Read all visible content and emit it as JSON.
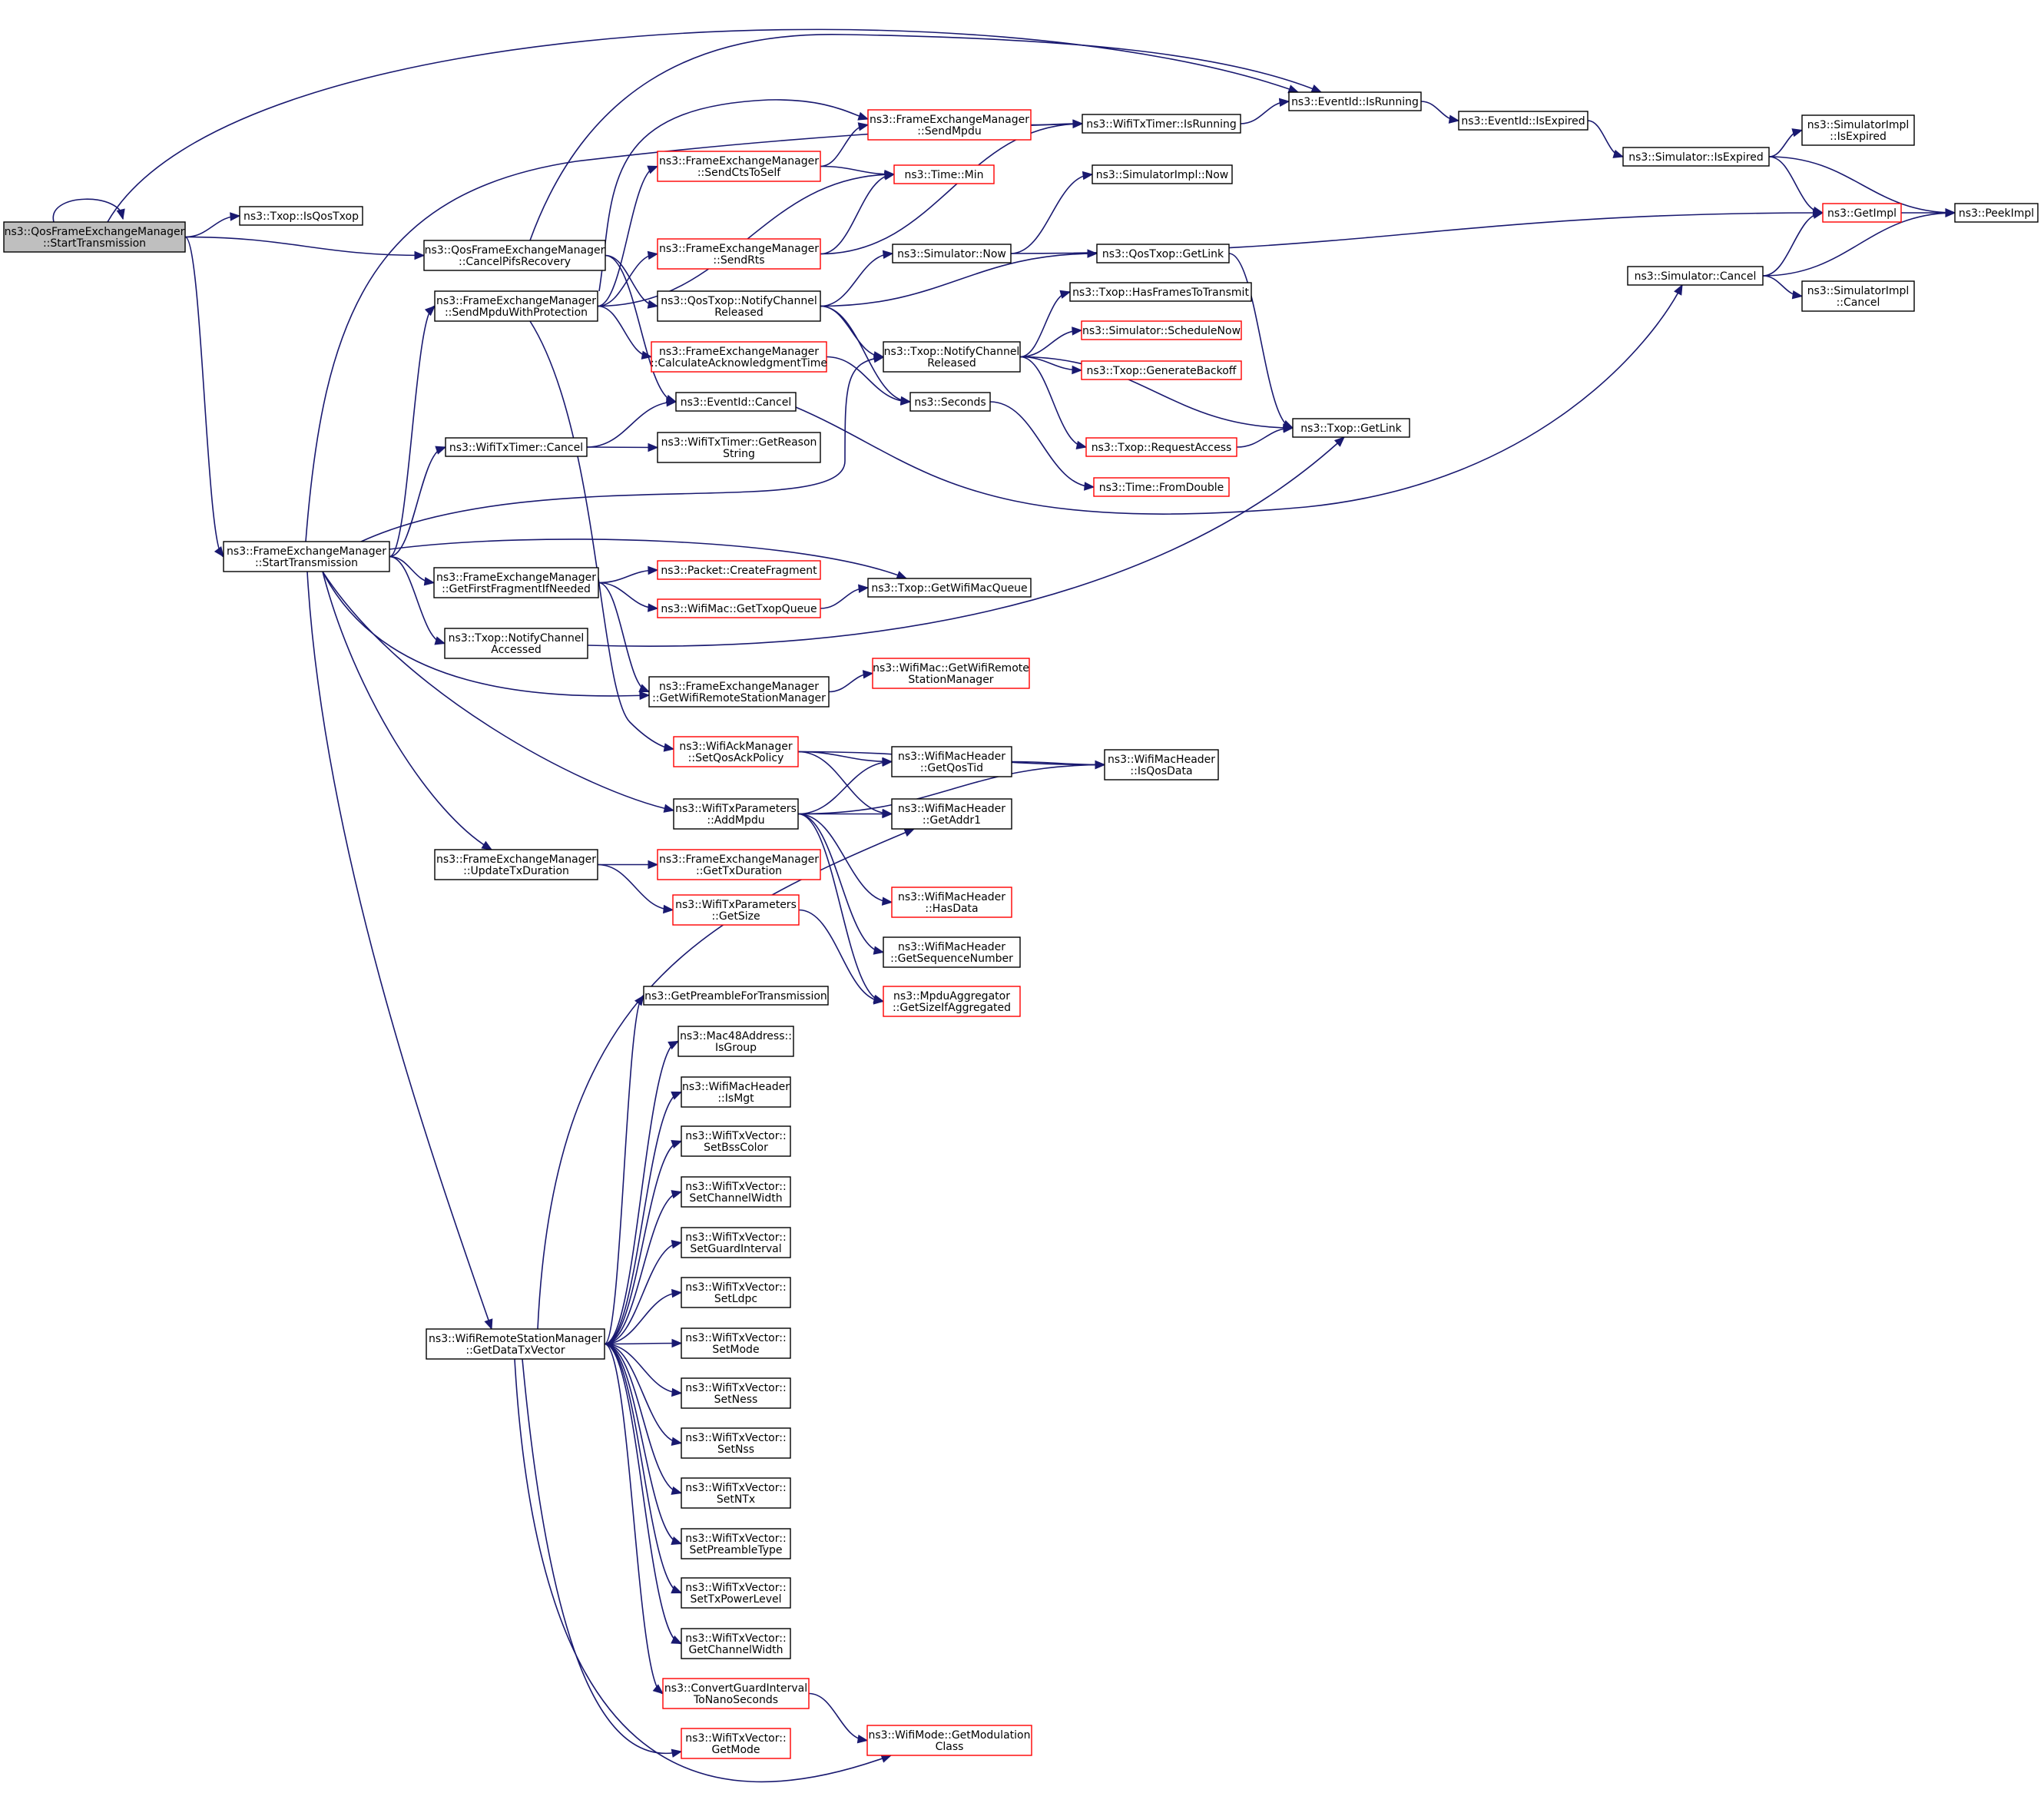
{
  "colors": {
    "edge": "#191970",
    "box_normal": "#000000",
    "box_truncated": "#ff0000",
    "root_fill": "#bfbfbf"
  },
  "graph": {
    "nodes": [
      {
        "id": "root",
        "label": [
          "ns3::QosFrameExchangeManager",
          "::StartTransmission"
        ],
        "style": "root"
      },
      {
        "id": "isqostxop",
        "label": [
          "ns3::Txop::IsQosTxop"
        ],
        "style": "normal"
      },
      {
        "id": "cancelpifs",
        "label": [
          "ns3::QosFrameExchangeManager",
          "::CancelPifsRecovery"
        ],
        "style": "normal"
      },
      {
        "id": "fem_start",
        "label": [
          "ns3::FrameExchangeManager",
          "::StartTransmission"
        ],
        "style": "normal"
      },
      {
        "id": "eventid_isrunning",
        "label": [
          "ns3::EventId::IsRunning"
        ],
        "style": "normal"
      },
      {
        "id": "eventid_isexpired",
        "label": [
          "ns3::EventId::IsExpired"
        ],
        "style": "normal"
      },
      {
        "id": "sim_isexpired",
        "label": [
          "ns3::Simulator::IsExpired"
        ],
        "style": "normal"
      },
      {
        "id": "simimpl_isexpired",
        "label": [
          "ns3::SimulatorImpl",
          "::IsExpired"
        ],
        "style": "normal"
      },
      {
        "id": "getimpl",
        "label": [
          "ns3::GetImpl"
        ],
        "style": "truncated"
      },
      {
        "id": "peekimpl",
        "label": [
          "ns3::PeekImpl"
        ],
        "style": "normal"
      },
      {
        "id": "wifitxtimer_isrunning",
        "label": [
          "ns3::WifiTxTimer::IsRunning"
        ],
        "style": "normal"
      },
      {
        "id": "sendmpdu",
        "label": [
          "ns3::FrameExchangeManager",
          "::SendMpdu"
        ],
        "style": "truncated"
      },
      {
        "id": "sendctstoself",
        "label": [
          "ns3::FrameExchangeManager",
          "::SendCtsToSelf"
        ],
        "style": "truncated"
      },
      {
        "id": "time_min",
        "label": [
          "ns3::Time::Min"
        ],
        "style": "truncated"
      },
      {
        "id": "simimpl_now",
        "label": [
          "ns3::SimulatorImpl::Now"
        ],
        "style": "normal"
      },
      {
        "id": "sendrts",
        "label": [
          "ns3::FrameExchangeManager",
          "::SendRts"
        ],
        "style": "truncated"
      },
      {
        "id": "sim_now",
        "label": [
          "ns3::Simulator::Now"
        ],
        "style": "normal"
      },
      {
        "id": "qostxop_getlink",
        "label": [
          "ns3::QosTxop::GetLink"
        ],
        "style": "normal"
      },
      {
        "id": "sim_cancel",
        "label": [
          "ns3::Simulator::Cancel"
        ],
        "style": "normal"
      },
      {
        "id": "simimpl_cancel",
        "label": [
          "ns3::SimulatorImpl",
          "::Cancel"
        ],
        "style": "normal"
      },
      {
        "id": "sendmpduwithprot",
        "label": [
          "ns3::FrameExchangeManager",
          "::SendMpduWithProtection"
        ],
        "style": "normal"
      },
      {
        "id": "qostxop_notify",
        "label": [
          "ns3::QosTxop::NotifyChannel",
          "Released"
        ],
        "style": "normal"
      },
      {
        "id": "hasframes",
        "label": [
          "ns3::Txop::HasFramesToTransmit"
        ],
        "style": "normal"
      },
      {
        "id": "schedulenow",
        "label": [
          "ns3::Simulator::ScheduleNow"
        ],
        "style": "truncated"
      },
      {
        "id": "txop_notify",
        "label": [
          "ns3::Txop::NotifyChannel",
          "Released"
        ],
        "style": "normal"
      },
      {
        "id": "calcack",
        "label": [
          "ns3::FrameExchangeManager",
          "::CalculateAcknowledgmentTime"
        ],
        "style": "truncated"
      },
      {
        "id": "genbackoff",
        "label": [
          "ns3::Txop::GenerateBackoff"
        ],
        "style": "truncated"
      },
      {
        "id": "eventid_cancel",
        "label": [
          "ns3::EventId::Cancel"
        ],
        "style": "normal"
      },
      {
        "id": "seconds",
        "label": [
          "ns3::Seconds"
        ],
        "style": "normal"
      },
      {
        "id": "txop_getlink",
        "label": [
          "ns3::Txop::GetLink"
        ],
        "style": "normal"
      },
      {
        "id": "wifitxtimer_cancel",
        "label": [
          "ns3::WifiTxTimer::Cancel"
        ],
        "style": "normal"
      },
      {
        "id": "getreasonstring",
        "label": [
          "ns3::WifiTxTimer::GetReason",
          "String"
        ],
        "style": "normal"
      },
      {
        "id": "requestaccess",
        "label": [
          "ns3::Txop::RequestAccess"
        ],
        "style": "truncated"
      },
      {
        "id": "fromdouble",
        "label": [
          "ns3::Time::FromDouble"
        ],
        "style": "truncated"
      },
      {
        "id": "getfirstfrag",
        "label": [
          "ns3::FrameExchangeManager",
          "::GetFirstFragmentIfNeeded"
        ],
        "style": "normal"
      },
      {
        "id": "createfragment",
        "label": [
          "ns3::Packet::CreateFragment"
        ],
        "style": "truncated"
      },
      {
        "id": "gettxopqueue",
        "label": [
          "ns3::WifiMac::GetTxopQueue"
        ],
        "style": "truncated"
      },
      {
        "id": "getwifimacqueue",
        "label": [
          "ns3::Txop::GetWifiMacQueue"
        ],
        "style": "normal"
      },
      {
        "id": "txop_notifyaccessed",
        "label": [
          "ns3::Txop::NotifyChannel",
          "Accessed"
        ],
        "style": "normal"
      },
      {
        "id": "fem_getwrsm",
        "label": [
          "ns3::FrameExchangeManager",
          "::GetWifiRemoteStationManager"
        ],
        "style": "normal"
      },
      {
        "id": "mac_getwrsm",
        "label": [
          "ns3::WifiMac::GetWifiRemote",
          "StationManager"
        ],
        "style": "truncated"
      },
      {
        "id": "setqosackpolicy",
        "label": [
          "ns3::WifiAckManager",
          "::SetQosAckPolicy"
        ],
        "style": "truncated"
      },
      {
        "id": "getqostid",
        "label": [
          "ns3::WifiMacHeader",
          "::GetQosTid"
        ],
        "style": "normal"
      },
      {
        "id": "isqosdata",
        "label": [
          "ns3::WifiMacHeader",
          "::IsQosData"
        ],
        "style": "normal"
      },
      {
        "id": "addmpdu",
        "label": [
          "ns3::WifiTxParameters",
          "::AddMpdu"
        ],
        "style": "normal"
      },
      {
        "id": "getaddr1",
        "label": [
          "ns3::WifiMacHeader",
          "::GetAddr1"
        ],
        "style": "normal"
      },
      {
        "id": "updatetxdur",
        "label": [
          "ns3::FrameExchangeManager",
          "::UpdateTxDuration"
        ],
        "style": "normal"
      },
      {
        "id": "gettxduration",
        "label": [
          "ns3::FrameExchangeManager",
          "::GetTxDuration"
        ],
        "style": "truncated"
      },
      {
        "id": "hasdata",
        "label": [
          "ns3::WifiMacHeader",
          "::HasData"
        ],
        "style": "truncated"
      },
      {
        "id": "txparams_getsize",
        "label": [
          "ns3::WifiTxParameters",
          "::GetSize"
        ],
        "style": "truncated"
      },
      {
        "id": "getseqnum",
        "label": [
          "ns3::WifiMacHeader",
          "::GetSequenceNumber"
        ],
        "style": "normal"
      },
      {
        "id": "getpreamble",
        "label": [
          "ns3::GetPreambleForTransmission"
        ],
        "style": "normal"
      },
      {
        "id": "getsizeifagg",
        "label": [
          "ns3::MpduAggregator",
          "::GetSizeIfAggregated"
        ],
        "style": "truncated"
      },
      {
        "id": "isgroup",
        "label": [
          "ns3::Mac48Address::",
          "IsGroup"
        ],
        "style": "normal"
      },
      {
        "id": "ismgt",
        "label": [
          "ns3::WifiMacHeader",
          "::IsMgt"
        ],
        "style": "normal"
      },
      {
        "id": "setbsscolor",
        "label": [
          "ns3::WifiTxVector::",
          "SetBssColor"
        ],
        "style": "normal"
      },
      {
        "id": "setchannelwidth",
        "label": [
          "ns3::WifiTxVector::",
          "SetChannelWidth"
        ],
        "style": "normal"
      },
      {
        "id": "setguardinterval",
        "label": [
          "ns3::WifiTxVector::",
          "SetGuardInterval"
        ],
        "style": "normal"
      },
      {
        "id": "setldpc",
        "label": [
          "ns3::WifiTxVector::",
          "SetLdpc"
        ],
        "style": "normal"
      },
      {
        "id": "getdatatxvector",
        "label": [
          "ns3::WifiRemoteStationManager",
          "::GetDataTxVector"
        ],
        "style": "normal"
      },
      {
        "id": "setmode",
        "label": [
          "ns3::WifiTxVector::",
          "SetMode"
        ],
        "style": "normal"
      },
      {
        "id": "setness",
        "label": [
          "ns3::WifiTxVector::",
          "SetNess"
        ],
        "style": "normal"
      },
      {
        "id": "setnss",
        "label": [
          "ns3::WifiTxVector::",
          "SetNss"
        ],
        "style": "normal"
      },
      {
        "id": "setntx",
        "label": [
          "ns3::WifiTxVector::",
          "SetNTx"
        ],
        "style": "normal"
      },
      {
        "id": "setpreambletype",
        "label": [
          "ns3::WifiTxVector::",
          "SetPreambleType"
        ],
        "style": "normal"
      },
      {
        "id": "settxpowerlevel",
        "label": [
          "ns3::WifiTxVector::",
          "SetTxPowerLevel"
        ],
        "style": "normal"
      },
      {
        "id": "getchannelwidth",
        "label": [
          "ns3::WifiTxVector::",
          "GetChannelWidth"
        ],
        "style": "normal"
      },
      {
        "id": "convertgi",
        "label": [
          "ns3::ConvertGuardInterval",
          "ToNanoSeconds"
        ],
        "style": "truncated"
      },
      {
        "id": "getmodclass",
        "label": [
          "ns3::WifiMode::GetModulation",
          "Class"
        ],
        "style": "truncated"
      },
      {
        "id": "getmode",
        "label": [
          "ns3::WifiTxVector::",
          "GetMode"
        ],
        "style": "truncated"
      }
    ],
    "edges": [
      [
        "root",
        "root"
      ],
      [
        "root",
        "isqostxop"
      ],
      [
        "root",
        "cancelpifs"
      ],
      [
        "root",
        "fem_start"
      ],
      [
        "root",
        "eventid_isrunning"
      ],
      [
        "cancelpifs",
        "eventid_isrunning"
      ],
      [
        "cancelpifs",
        "eventid_cancel"
      ],
      [
        "cancelpifs",
        "qostxop_notify"
      ],
      [
        "eventid_isrunning",
        "eventid_isexpired"
      ],
      [
        "eventid_isexpired",
        "sim_isexpired"
      ],
      [
        "sim_isexpired",
        "simimpl_isexpired"
      ],
      [
        "sim_isexpired",
        "getimpl"
      ],
      [
        "sim_isexpired",
        "peekimpl"
      ],
      [
        "getimpl",
        "peekimpl"
      ],
      [
        "wifitxtimer_isrunning",
        "eventid_isrunning"
      ],
      [
        "sendmpdu",
        "wifitxtimer_isrunning"
      ],
      [
        "sendctstoself",
        "sendmpdu"
      ],
      [
        "sendctstoself",
        "time_min"
      ],
      [
        "sendrts",
        "time_min"
      ],
      [
        "sendrts",
        "wifitxtimer_isrunning"
      ],
      [
        "sim_now",
        "simimpl_now"
      ],
      [
        "sim_now",
        "getimpl"
      ],
      [
        "qostxop_notify",
        "sim_now"
      ],
      [
        "qostxop_notify",
        "qostxop_getlink"
      ],
      [
        "qostxop_notify",
        "txop_notify"
      ],
      [
        "qostxop_notify",
        "seconds"
      ],
      [
        "qostxop_getlink",
        "txop_getlink"
      ],
      [
        "sim_cancel",
        "getimpl"
      ],
      [
        "sim_cancel",
        "peekimpl"
      ],
      [
        "sim_cancel",
        "simimpl_cancel"
      ],
      [
        "sendmpduwithprot",
        "sendmpdu"
      ],
      [
        "sendmpduwithprot",
        "sendctstoself"
      ],
      [
        "sendmpduwithprot",
        "time_min"
      ],
      [
        "sendmpduwithprot",
        "sendrts"
      ],
      [
        "sendmpduwithprot",
        "calcack"
      ],
      [
        "sendmpduwithprot",
        "setqosackpolicy"
      ],
      [
        "txop_notify",
        "hasframes"
      ],
      [
        "txop_notify",
        "schedulenow"
      ],
      [
        "txop_notify",
        "genbackoff"
      ],
      [
        "txop_notify",
        "requestaccess"
      ],
      [
        "txop_notify",
        "txop_getlink"
      ],
      [
        "calcack",
        "seconds"
      ],
      [
        "eventid_cancel",
        "sim_cancel"
      ],
      [
        "seconds",
        "fromdouble"
      ],
      [
        "requestaccess",
        "txop_getlink"
      ],
      [
        "wifitxtimer_cancel",
        "eventid_cancel"
      ],
      [
        "wifitxtimer_cancel",
        "getreasonstring"
      ],
      [
        "fem_start",
        "sendmpduwithprot"
      ],
      [
        "fem_start",
        "wifitxtimer_cancel"
      ],
      [
        "fem_start",
        "wifitxtimer_isrunning"
      ],
      [
        "fem_start",
        "txop_notify"
      ],
      [
        "fem_start",
        "getfirstfrag"
      ],
      [
        "fem_start",
        "getwifimacqueue"
      ],
      [
        "fem_start",
        "txop_notifyaccessed"
      ],
      [
        "fem_start",
        "fem_getwrsm"
      ],
      [
        "fem_start",
        "addmpdu"
      ],
      [
        "fem_start",
        "updatetxdur"
      ],
      [
        "fem_start",
        "getdatatxvector"
      ],
      [
        "getfirstfrag",
        "createfragment"
      ],
      [
        "getfirstfrag",
        "gettxopqueue"
      ],
      [
        "getfirstfrag",
        "fem_getwrsm"
      ],
      [
        "gettxopqueue",
        "getwifimacqueue"
      ],
      [
        "txop_notifyaccessed",
        "txop_getlink"
      ],
      [
        "fem_getwrsm",
        "mac_getwrsm"
      ],
      [
        "setqosackpolicy",
        "getqostid"
      ],
      [
        "setqosackpolicy",
        "isqosdata"
      ],
      [
        "setqosackpolicy",
        "getaddr1"
      ],
      [
        "getqostid",
        "isqosdata"
      ],
      [
        "addmpdu",
        "getqostid"
      ],
      [
        "addmpdu",
        "getaddr1"
      ],
      [
        "addmpdu",
        "isqosdata"
      ],
      [
        "addmpdu",
        "hasdata"
      ],
      [
        "addmpdu",
        "getseqnum"
      ],
      [
        "addmpdu",
        "getsizeifagg"
      ],
      [
        "updatetxdur",
        "gettxduration"
      ],
      [
        "updatetxdur",
        "txparams_getsize"
      ],
      [
        "txparams_getsize",
        "getsizeifagg"
      ],
      [
        "getdatatxvector",
        "getaddr1"
      ],
      [
        "getdatatxvector",
        "getpreamble"
      ],
      [
        "getdatatxvector",
        "isgroup"
      ],
      [
        "getdatatxvector",
        "ismgt"
      ],
      [
        "getdatatxvector",
        "setbsscolor"
      ],
      [
        "getdatatxvector",
        "setchannelwidth"
      ],
      [
        "getdatatxvector",
        "setguardinterval"
      ],
      [
        "getdatatxvector",
        "setldpc"
      ],
      [
        "getdatatxvector",
        "setmode"
      ],
      [
        "getdatatxvector",
        "setness"
      ],
      [
        "getdatatxvector",
        "setnss"
      ],
      [
        "getdatatxvector",
        "setntx"
      ],
      [
        "getdatatxvector",
        "setpreambletype"
      ],
      [
        "getdatatxvector",
        "settxpowerlevel"
      ],
      [
        "getdatatxvector",
        "getchannelwidth"
      ],
      [
        "getdatatxvector",
        "convertgi"
      ],
      [
        "getdatatxvector",
        "getmodclass"
      ],
      [
        "getdatatxvector",
        "getmode"
      ],
      [
        "convertgi",
        "getmodclass"
      ]
    ]
  }
}
